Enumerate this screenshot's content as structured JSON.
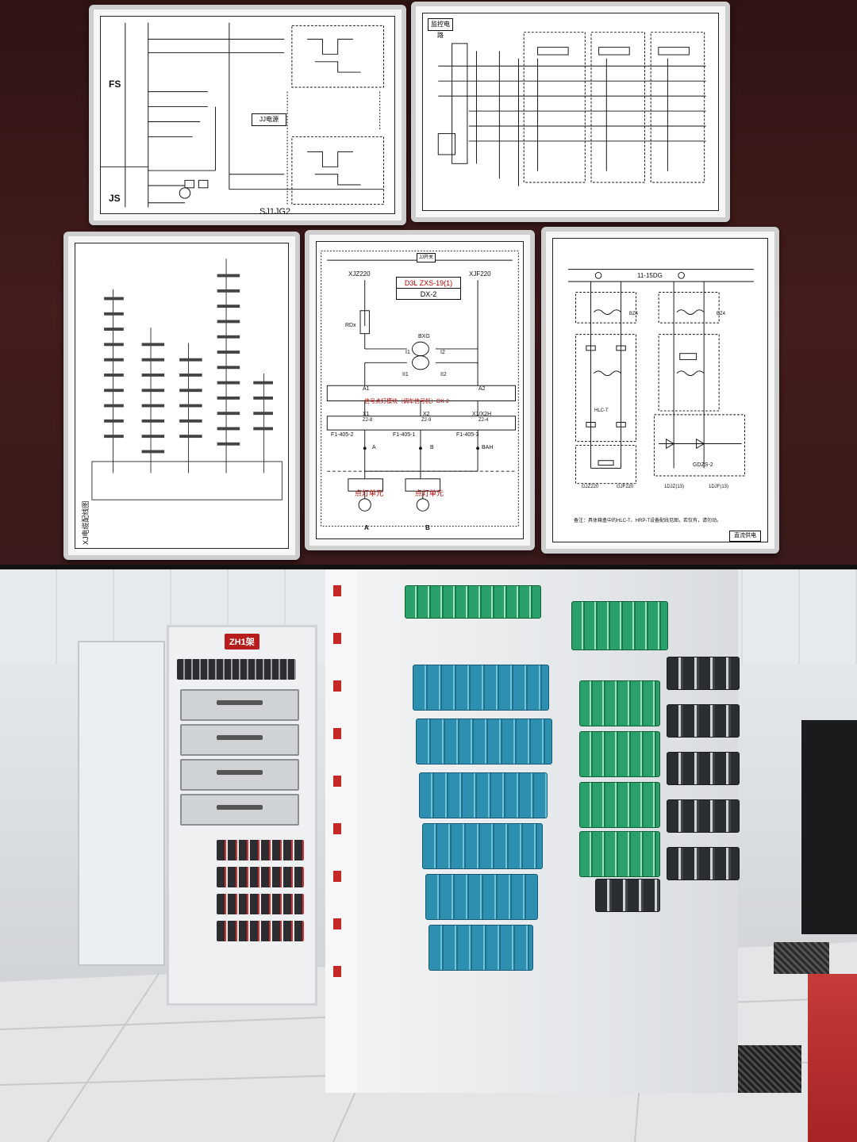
{
  "sheet1": {
    "region_top": "FS",
    "region_bottom": "JS",
    "title": "SJ1JG2",
    "center_box": "JJ电源"
  },
  "sheet2": {
    "header": "监控电路"
  },
  "sheet3": {
    "title": "XJ电缆配线图"
  },
  "sheet4": {
    "top_bus": "JJ开关",
    "left_power": "XJZ220",
    "right_power": "XJF220",
    "module_title_1": "D3L ZXS-19(1)",
    "module_title_2": "DX-2",
    "resistor": "RDx",
    "transformer": "BXG",
    "t_top_left": "I1",
    "t_top_right": "I2",
    "t_bot_left": "II1",
    "t_bot_right": "II2",
    "a1": "A1",
    "a2": "A2",
    "module_bar": "信号点灯模块（调车信号机）DX-2",
    "x1": "X1",
    "x2": "X2",
    "x1z": "X1/X2H",
    "z1": "Z2-8",
    "z2": "Z2-9",
    "z3": "Z2-4",
    "f1": "F1-405-2",
    "f2": "F1-405-1",
    "f3": "F1-405-3",
    "pa": "A",
    "pb": "B",
    "pbah": "BAH",
    "lamp1": "点灯单元",
    "lamp2": "点灯单元",
    "la": "A",
    "lb": "B"
  },
  "sheet5": {
    "bus": "11-15DG",
    "left_label": "BZ4",
    "right_label": "BZ4",
    "bottom_left": "GJZ220",
    "bottom_mid": "GJF220",
    "bottom_r1": "1DJZ(13)",
    "bottom_r2": "1DJF(13)",
    "module_l": "HLC-T",
    "module_r": "GDZS-2",
    "note": "备注：具体箱盒中的HLC-T、HRP-T设备配线见图，若仅有，请勿动。",
    "footer": "直流供电"
  },
  "photo": {
    "rack_tag": "ZH1架"
  },
  "colors": {
    "frame_bg": "#3a1d1d",
    "relay_blue": "#2f8fb0",
    "relay_green": "#2aa06a",
    "tag_red": "#b81d1d"
  }
}
